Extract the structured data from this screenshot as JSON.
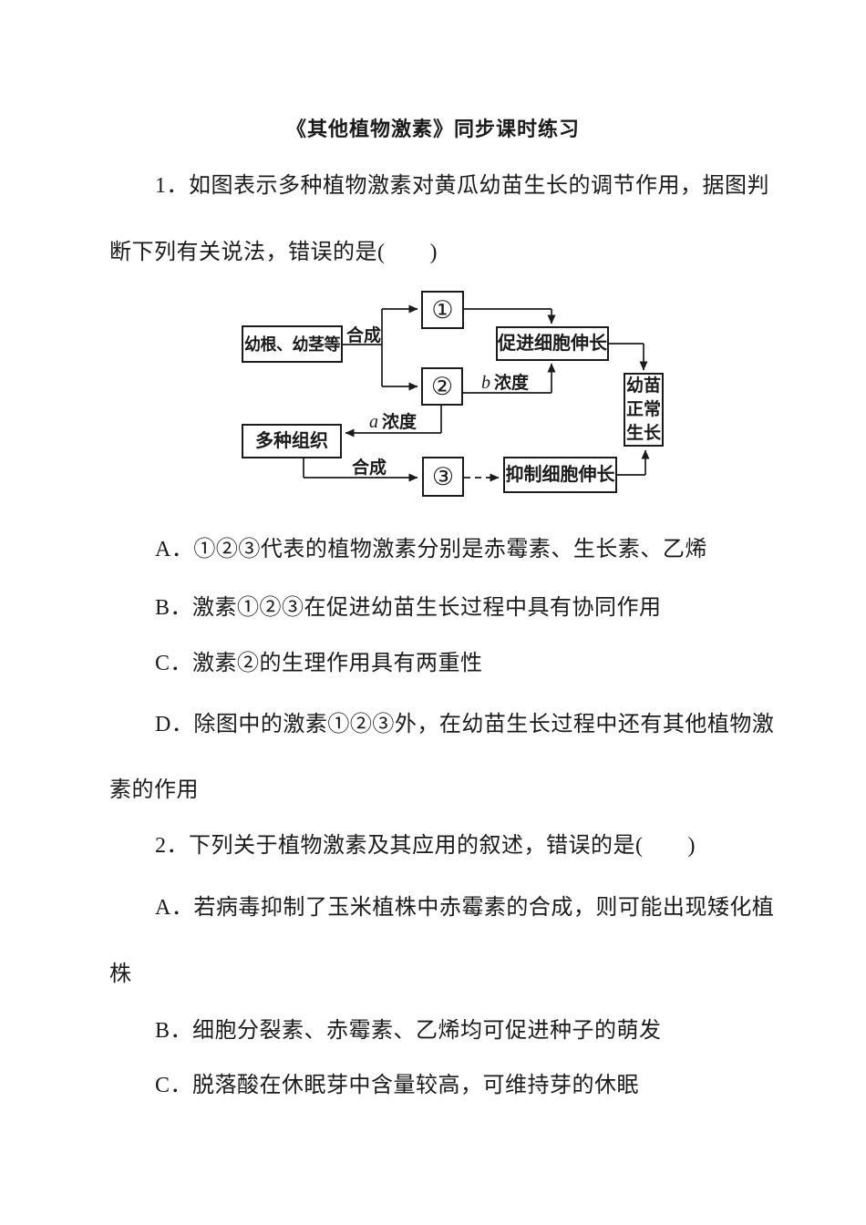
{
  "title": "《其他植物激素》同步课时练习",
  "q1": {
    "stem_lines": [
      "1．如图表示多种植物激素对黄瓜幼苗生长的调节作用，据图判",
      "断下列有关说法，错误的是(　　)"
    ],
    "option_a": "A．①②③代表的植物激素分别是赤霉素、生长素、乙烯",
    "option_b": "B．激素①②③在促进幼苗生长过程中具有协同作用",
    "option_c": "C．激素②的生理作用具有两重性",
    "option_d_lines": [
      "D．除图中的激素①②③外，在幼苗生长过程中还有其他植物激",
      "素的作用"
    ]
  },
  "diagram": {
    "box_young_organs": "幼根、幼茎等",
    "box_hormone_1": "①",
    "box_hormone_2": "②",
    "box_tissues": "多种组织",
    "box_hormone_3": "③",
    "box_promote_elongation": "促进细胞伸长",
    "box_inhibit_elongation": "抑制细胞伸长",
    "box_seedling_lines": [
      "幼苗",
      "正常",
      "生长"
    ],
    "label_synthesize_top": "合成",
    "label_synthesize_bottom": "合成",
    "label_a_var": "a",
    "label_a_text": "浓度",
    "label_b_var": "b",
    "label_b_text": "浓度"
  },
  "q2": {
    "stem": "2．下列关于植物激素及其应用的叙述，错误的是(　　)",
    "option_a_lines": [
      "A．若病毒抑制了玉米植株中赤霉素的合成，则可能出现矮化植",
      "株"
    ],
    "option_b": "B．细胞分裂素、赤霉素、乙烯均可促进种子的萌发",
    "option_c": "C．脱落酸在休眠芽中含量较高，可维持芽的休眠"
  }
}
